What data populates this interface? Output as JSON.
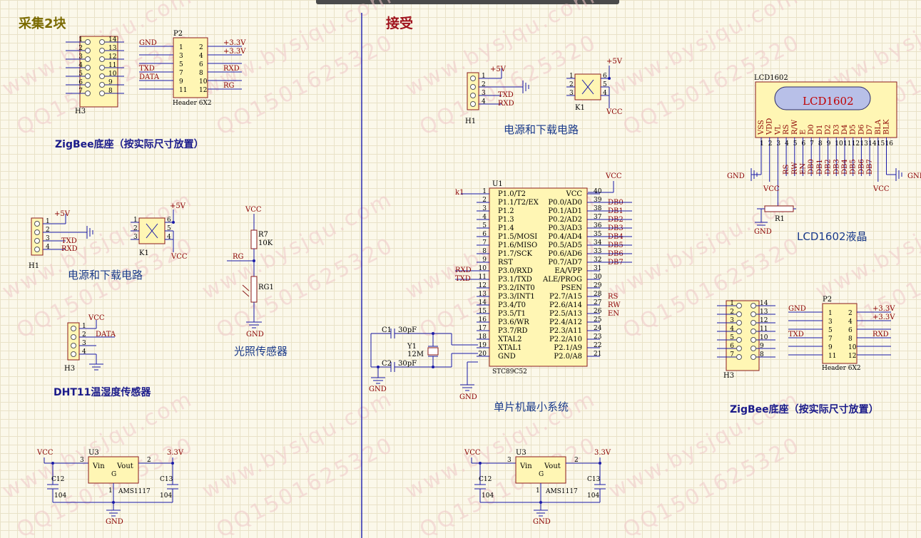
{
  "sections": {
    "left": "采集2块",
    "right": "接受"
  },
  "watermark": {
    "site": "www.bysjqu.com",
    "qq": "QQ1501625320"
  },
  "captions": {
    "zigbee_left": "ZigBee底座（按实际尺寸放置）",
    "power_left": "电源和下载电路",
    "light": "光照传感器",
    "dht": "DHT11温湿度传感器",
    "power_right": "电源和下载电路",
    "mcu": "单片机最小系统",
    "lcd": "LCD1602液晶",
    "zigbee_right": "ZigBee底座（按实际尺寸放置）"
  },
  "nets": {
    "gnd": "GND",
    "vcc": "VCC",
    "p5v": "+5V",
    "p33v": "+3.3V",
    "v33": "3.3V",
    "txd": "TXD",
    "rxd": "RXD",
    "data": "DATA",
    "rg": "RG",
    "rs": "RS",
    "rw": "RW",
    "en": "EN",
    "k1": "k1"
  },
  "designators": {
    "h3": "H3",
    "p2": "P2",
    "h1": "H1",
    "k1": "K1",
    "r7": "R7",
    "r7v": "10K",
    "rg1": "RG1",
    "u3": "U3",
    "u1": "U1",
    "c1": "C1",
    "c2": "C2",
    "c1v": "30pF",
    "c2v": "30pF",
    "y1": "Y1",
    "y1v": "12M",
    "c12": "C12",
    "c13": "C13",
    "cv": "104",
    "ams": "AMS1117",
    "header": "Header 6X2",
    "lcd": "LCD1602",
    "r1": "R1",
    "stc": "STC89C52",
    "vin": "Vin",
    "vout": "Vout",
    "g": "G"
  },
  "lcd_text": "LCD1602",
  "lcd_pins": [
    "VSS",
    "VDD",
    "VL",
    "RS",
    "R/W",
    "E",
    "D0",
    "D1",
    "D2",
    "D3",
    "D4",
    "D5",
    "D6",
    "D7",
    "BLA",
    "BLK"
  ],
  "lcd_net": [
    "",
    "",
    "",
    "RS",
    "RW",
    "EN",
    "DB0",
    "DB1",
    "DB2",
    "DB3",
    "DB4",
    "DB5",
    "DB6",
    "DB7",
    "",
    ""
  ],
  "mcu_left": [
    "P1.0/T2",
    "P1.1/T2/EX",
    "P1.2",
    "P1.3",
    "P1.4",
    "P1.5/MOSI",
    "P1.6/MISO",
    "P1.7/SCK",
    "RST",
    "P3.0/RXD",
    "P3.1/TXD",
    "P3.2/INT0",
    "P3.3/INT1",
    "P3.4/T0",
    "P3.5/T1",
    "P3.6/WR",
    "P3.7/RD",
    "XTAL2",
    "XTAL1",
    "GND"
  ],
  "mcu_left_num": [
    "1",
    "2",
    "3",
    "4",
    "5",
    "6",
    "7",
    "8",
    "9",
    "10",
    "11",
    "12",
    "13",
    "14",
    "15",
    "16",
    "17",
    "18",
    "19",
    "20"
  ],
  "mcu_right": [
    "VCC",
    "P0.0/AD0",
    "P0.1/AD1",
    "P0.2/AD2",
    "P0.3/AD3",
    "P0.4/AD4",
    "P0.5/AD5",
    "P0.6/AD6",
    "P0.7/AD7",
    "EA/VPP",
    "ALE/PROG",
    "PSEN",
    "P2.7/A15",
    "P2.6/A14",
    "P2.5/A13",
    "P2.4/A12",
    "P2.3/A11",
    "P2.2/A10",
    "P2.1/A9",
    "P2.0/A8"
  ],
  "mcu_right_num": [
    "40",
    "39",
    "38",
    "37",
    "36",
    "35",
    "34",
    "33",
    "32",
    "31",
    "30",
    "29",
    "28",
    "27",
    "26",
    "25",
    "24",
    "23",
    "22",
    "21"
  ],
  "mcu_right_net": [
    "",
    "DB0",
    "DB1",
    "DB2",
    "DB3",
    "DB4",
    "DB5",
    "DB6",
    "DB7",
    "",
    "",
    "",
    "RS",
    "RW",
    "EN",
    "",
    "",
    "",
    "",
    ""
  ],
  "h3_pins_l": [
    "1",
    "2",
    "3",
    "4",
    "5",
    "6",
    "7"
  ],
  "h3_pins_r": [
    "14",
    "13",
    "12",
    "11",
    "10",
    "9",
    "8"
  ],
  "p2_pins_l": [
    "1",
    "3",
    "5",
    "7",
    "9",
    "11"
  ],
  "p2_pins_r": [
    "2",
    "4",
    "6",
    "8",
    "10",
    "12"
  ],
  "p2_net_l": [
    "GND",
    "",
    "",
    "TXD",
    "DATA",
    ""
  ],
  "p2_net_l_right": [
    "GND",
    "",
    "",
    "TXD",
    "",
    ""
  ],
  "p2_net_r": [
    "+3.3V",
    "+3.3V",
    "",
    "RXD",
    "",
    "RG"
  ],
  "p2_net_r_right": [
    "+3.3V",
    "+3.3V",
    "",
    "RXD",
    "",
    ""
  ],
  "h1_pins": [
    "1",
    "2",
    "3",
    "4"
  ],
  "k1_pins_l": [
    "1",
    "2",
    "3"
  ],
  "k1_pins_r": [
    "6",
    "5",
    "4"
  ],
  "dht_pins": [
    "1",
    "2",
    "3",
    "4"
  ],
  "reg_pins": {
    "in": "3",
    "out": "2",
    "gnd": "1"
  },
  "lcd_pin_nums": [
    "1",
    "2",
    "3",
    "4",
    "5",
    "6",
    "7",
    "8",
    "9",
    "10",
    "11",
    "12",
    "13",
    "14",
    "15",
    "16"
  ]
}
